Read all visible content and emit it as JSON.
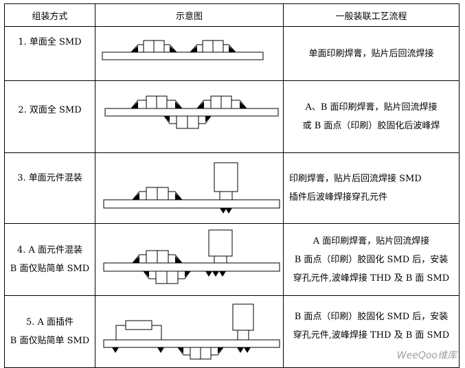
{
  "header": {
    "col1": "组装方式",
    "col2": "示意图",
    "col3": "一般装联工艺流程"
  },
  "rows": [
    {
      "label_lines": [
        "1.  单面全 SMD"
      ],
      "process_lines": [
        "单面印刷焊膏，贴片后回流焊接"
      ]
    },
    {
      "label_lines": [
        "2.  双面全 SMD"
      ],
      "process_lines": [
        "A、B 面印刷焊膏，贴片回流焊接",
        "或 B 面点（印刷）胶固化后波峰焊"
      ]
    },
    {
      "label_lines": [
        "3.  单面元件混装"
      ],
      "process_lines": [
        "印刷焊膏，贴片后回流焊接 SMD",
        "插件后波峰焊接穿孔元件"
      ]
    },
    {
      "label_lines": [
        "4.  A 面元件混装",
        "B 面仅贴简单 SMD"
      ],
      "process_lines": [
        "A 面印刷焊膏，贴片回流焊接",
        "B 面点（印刷）胶固化 SMD 后，安装",
        "穿孔元件,波峰焊接 THD 及 B 面 SMD"
      ]
    },
    {
      "label_lines": [
        "5.  A 面插件",
        "B 面仅贴简单 SMD"
      ],
      "process_lines": [
        "B 面点（印刷）胶固化 SMD 后，安装",
        "穿孔元件,波峰焊接 THD 及 B 面 SMD"
      ]
    }
  ],
  "watermark": "WeeQoo维库"
}
